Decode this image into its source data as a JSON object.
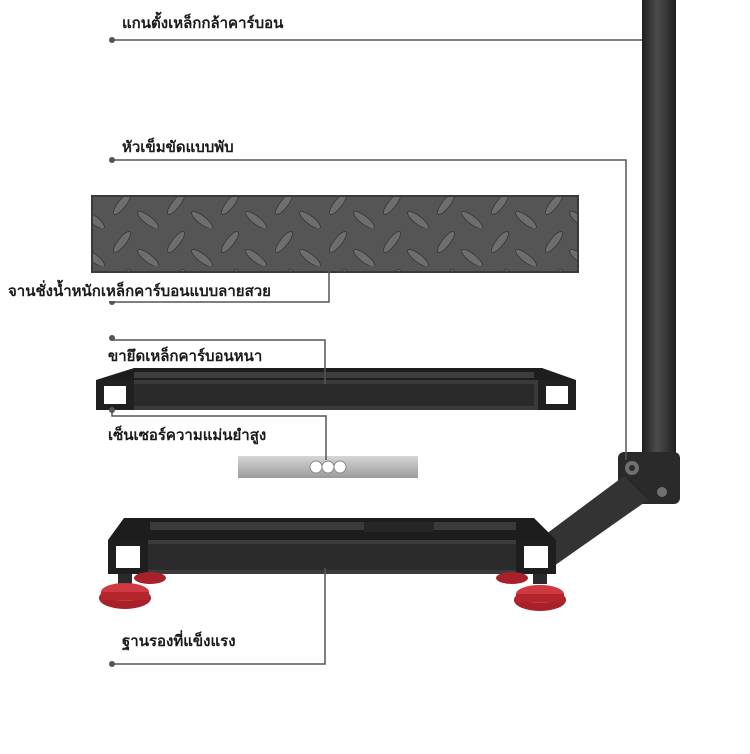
{
  "labels": {
    "pole": "แกนตั้งเหล็กกล้าคาร์บอน",
    "hinge": "หัวเข็มขัดแบบพับ",
    "plate": "จานชั่งน้ำหนักเหล็กคาร์บอนแบบลายสวย",
    "bracket": "ขายึดเหล็กคาร์บอนหนา",
    "sensor": "เซ็นเซอร์ความแม่นยำสูง",
    "base": "ฐานรองที่แข็งแรง"
  },
  "colors": {
    "steel_dark": "#2b2b2b",
    "steel_mid": "#4a4a4a",
    "plate_fill": "#5a5a5a",
    "foot_red": "#b3242b",
    "sensor_silver": "#b9b9b9",
    "leader_line": "#555555"
  }
}
